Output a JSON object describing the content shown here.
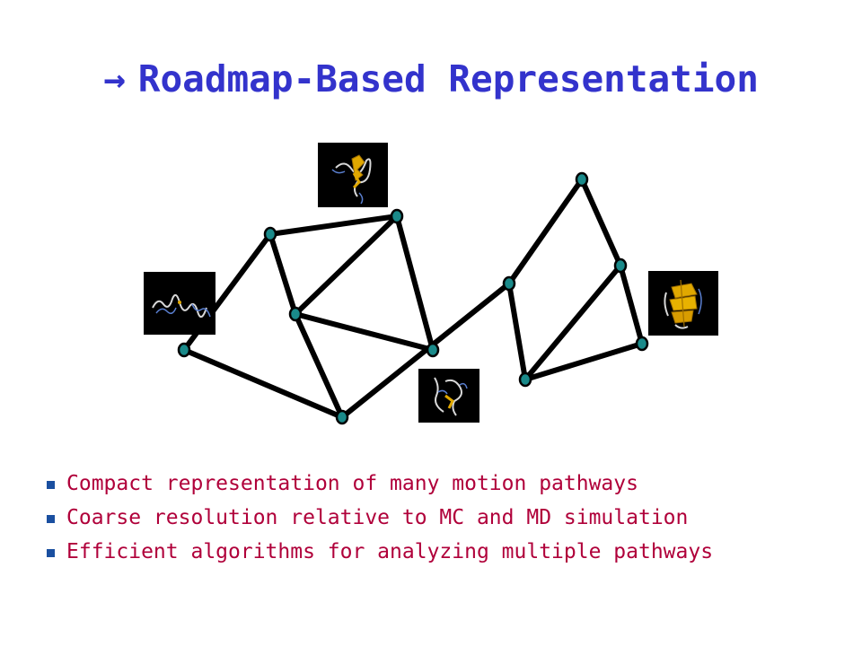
{
  "slide": {
    "title_arrow": "→",
    "title": "Roadmap-Based Representation",
    "bullets": [
      "Compact representation of many motion pathways",
      "Coarse resolution relative to MC and MD simulation",
      "Efficient algorithms for analyzing  multiple pathways"
    ],
    "colors": {
      "title": "#3333cc",
      "bullet_text": "#b0003a",
      "bullet_marker": "#1a4fa0",
      "node_fill": "#1a8a8a",
      "edge": "#000000",
      "protein": "#e0a800"
    },
    "icons": {
      "bullet_marker": "square-bullet-icon",
      "thumbnails": [
        "unfolded-protein-icon",
        "partially-folded-protein-icon",
        "intermediate-protein-icon",
        "folded-protein-icon"
      ]
    }
  }
}
